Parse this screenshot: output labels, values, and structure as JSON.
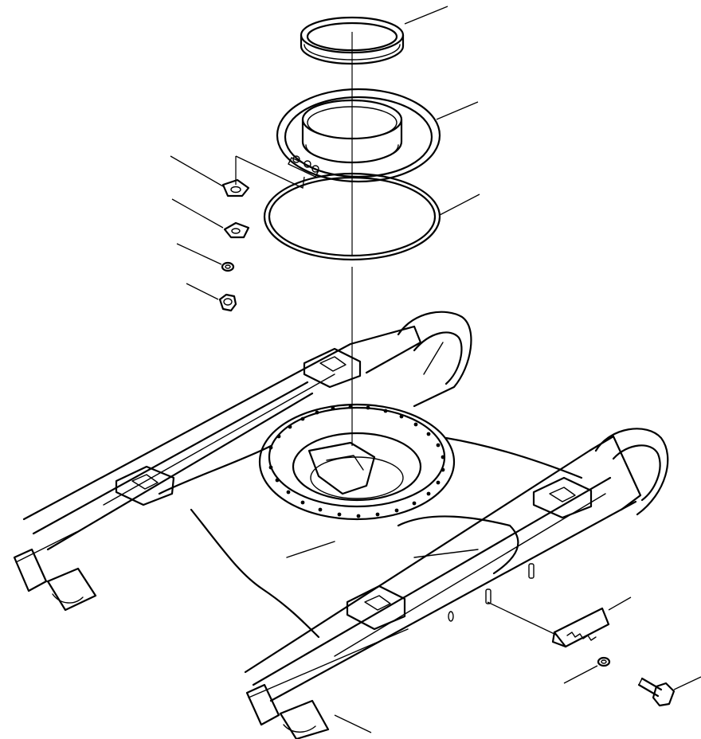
{
  "diagram": {
    "type": "exploded-parts-view",
    "subject": "track-frame",
    "labels": [],
    "parts": [
      {
        "name": "cap",
        "icon": "cap-ring-icon"
      },
      {
        "name": "seal-ring",
        "icon": "flanged-seal-icon"
      },
      {
        "name": "o-ring",
        "icon": "o-ring-icon"
      },
      {
        "name": "plate",
        "icon": "plate-icon"
      },
      {
        "name": "shim",
        "icon": "shim-icon"
      },
      {
        "name": "washer",
        "icon": "washer-icon"
      },
      {
        "name": "nut",
        "icon": "nut-icon"
      },
      {
        "name": "track-frame",
        "icon": "frame-icon"
      },
      {
        "name": "guard",
        "icon": "guard-plate-icon"
      },
      {
        "name": "lock-washer",
        "icon": "washer-icon"
      },
      {
        "name": "bolt",
        "icon": "bolt-icon"
      }
    ]
  }
}
